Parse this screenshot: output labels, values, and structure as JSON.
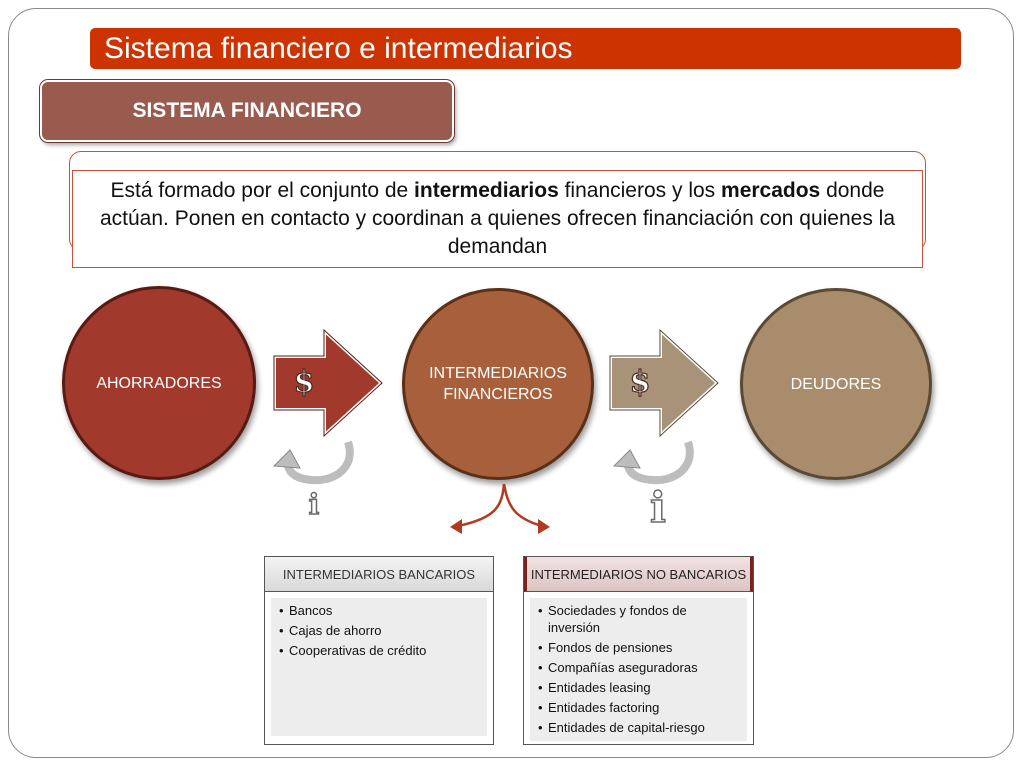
{
  "title": "Sistema financiero e intermediarios",
  "section": {
    "label": "SISTEMA FINANCIERO"
  },
  "description": {
    "part1": "Está formado por el conjunto de ",
    "bold1": "intermediarios",
    "part2": " financieros y los ",
    "bold2": "mercados",
    "part3": " donde actúan. Ponen en contacto y coordinan a quienes ofrecen financiación con quienes la demandan"
  },
  "flow": {
    "nodes": [
      {
        "label": "AHORRADORES",
        "color": "#a13a2c"
      },
      {
        "label": "INTERMEDIARIOS FINANCIEROS",
        "color": "#a8603c"
      },
      {
        "label": "DEUDORES",
        "color": "#a88c6c"
      }
    ],
    "arrow_symbol": "$",
    "return_symbol": "i"
  },
  "lists": [
    {
      "header": "INTERMEDIARIOS BANCARIOS",
      "items": [
        "Bancos",
        "Cajas de ahorro",
        "Cooperativas de crédito"
      ]
    },
    {
      "header": "INTERMEDIARIOS NO BANCARIOS",
      "items": [
        "Sociedades y fondos de inversión",
        "Fondos de pensiones",
        "Compañías aseguradoras",
        "Entidades leasing",
        "Entidades factoring",
        "Entidades de capital-riesgo"
      ]
    }
  ],
  "colors": {
    "accent": "#cc3300",
    "section": "#9a5b4f"
  }
}
